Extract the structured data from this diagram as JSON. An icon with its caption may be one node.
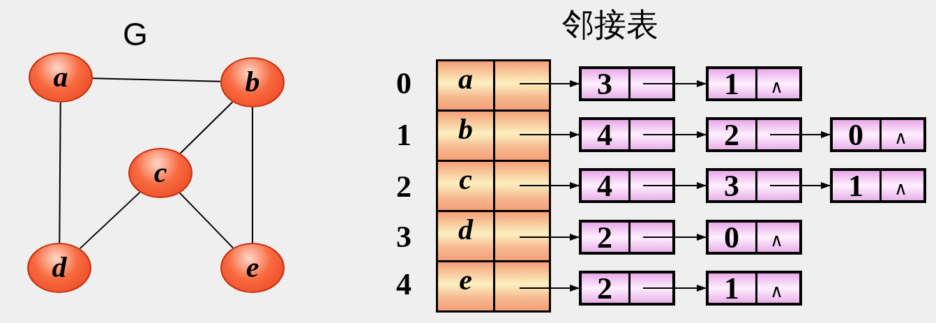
{
  "diagram": {
    "nodes": [
      {
        "text": [
          "a"
        ]
      },
      {
        "text": [
          "b"
        ]
      },
      {
        "text": [
          "c"
        ]
      },
      {
        "text": [
          "d"
        ]
      },
      {
        "text": [
          "e"
        ]
      },
      {
        "text": [
          "a"
        ]
      },
      {
        "text": [
          "b"
        ]
      },
      {
        "text": [
          "c"
        ]
      },
      {
        "text": [
          "d"
        ]
      },
      {
        "text": [
          "e"
        ]
      },
      {
        "text": [
          "3"
        ]
      },
      {
        "text": [
          "1",
          "∧"
        ]
      },
      {
        "text": [
          "4"
        ]
      },
      {
        "text": [
          "2"
        ]
      },
      {
        "text": [
          "0",
          "∧"
        ]
      },
      {
        "text": [
          "4"
        ]
      },
      {
        "text": [
          "3"
        ]
      },
      {
        "text": [
          "1",
          "∧"
        ]
      },
      {
        "text": [
          "2"
        ]
      },
      {
        "text": [
          "0",
          "∧"
        ]
      },
      {
        "text": [
          "2"
        ]
      },
      {
        "text": [
          "1",
          "∧"
        ]
      }
    ],
    "edges": [
      {
        "from": 0,
        "to": 1,
        "arrow": "none"
      },
      {
        "from": 0,
        "to": 3,
        "arrow": "none"
      },
      {
        "from": 1,
        "to": 2,
        "arrow": "none"
      },
      {
        "from": 1,
        "to": 4,
        "arrow": "none"
      },
      {
        "from": 2,
        "to": 3,
        "arrow": "none"
      },
      {
        "from": 2,
        "to": 4,
        "arrow": "none"
      },
      {
        "from": 5,
        "to": 10,
        "arrow": "to"
      },
      {
        "from": 10,
        "to": 11,
        "arrow": "to"
      },
      {
        "from": 6,
        "to": 12,
        "arrow": "to"
      },
      {
        "from": 12,
        "to": 13,
        "arrow": "to"
      },
      {
        "from": 13,
        "to": 14,
        "arrow": "to"
      },
      {
        "from": 7,
        "to": 15,
        "arrow": "to"
      },
      {
        "from": 15,
        "to": 16,
        "arrow": "to"
      },
      {
        "from": 16,
        "to": 17,
        "arrow": "to"
      },
      {
        "from": 8,
        "to": 18,
        "arrow": "to"
      },
      {
        "from": 18,
        "to": 19,
        "arrow": "to"
      },
      {
        "from": 9,
        "to": 20,
        "arrow": "to"
      },
      {
        "from": 20,
        "to": 21,
        "arrow": "to"
      }
    ],
    "labels": [
      "G",
      "邻接表",
      "0",
      "1",
      "2",
      "3",
      "4"
    ]
  }
}
